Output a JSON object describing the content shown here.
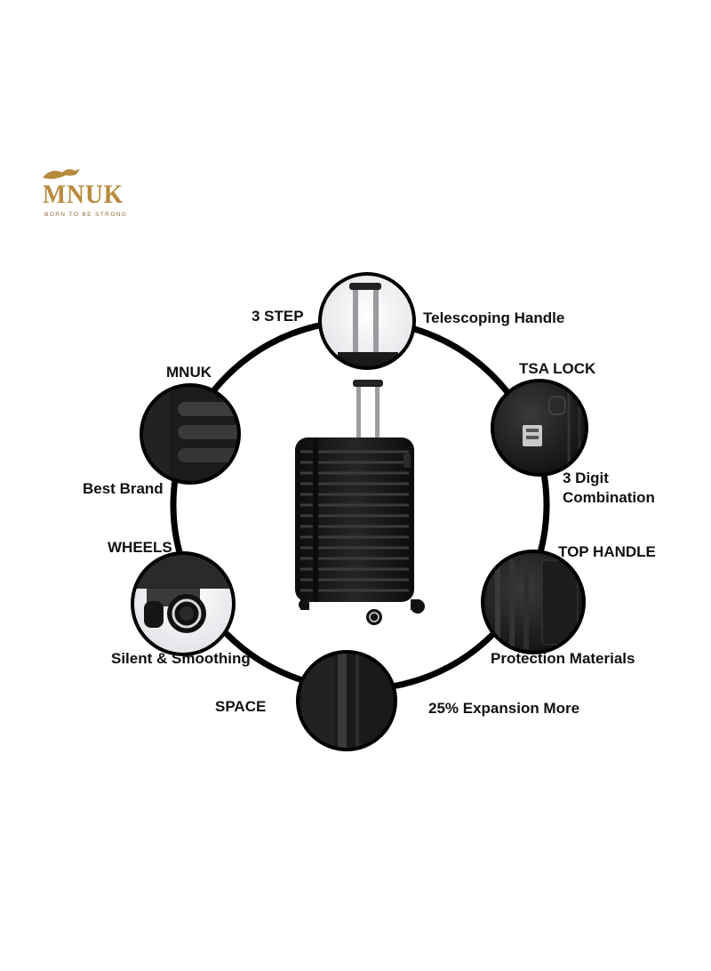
{
  "brand": {
    "name": "MNUK",
    "tagline": "BORN TO BE STRONG",
    "gold": "#b88a3c"
  },
  "features": {
    "handle_top": "3 STEP",
    "handle_right": "Telescoping Handle",
    "lock_top": "TSA LOCK",
    "lock_bottom_1": "3 Digit",
    "lock_bottom_2": "Combination",
    "brand_top": "MNUK",
    "brand_bottom": "Best Brand",
    "wheels_top": "WHEELS",
    "wheels_bottom": "Silent & Smoothing",
    "top_handle_top": "TOP HANDLE",
    "top_handle_bottom": "Protection Materials",
    "space_left": "SPACE",
    "space_right": "25% Expansion More"
  },
  "colors": {
    "ring": "#000000",
    "luggage": "#141414",
    "text": "#111111"
  }
}
